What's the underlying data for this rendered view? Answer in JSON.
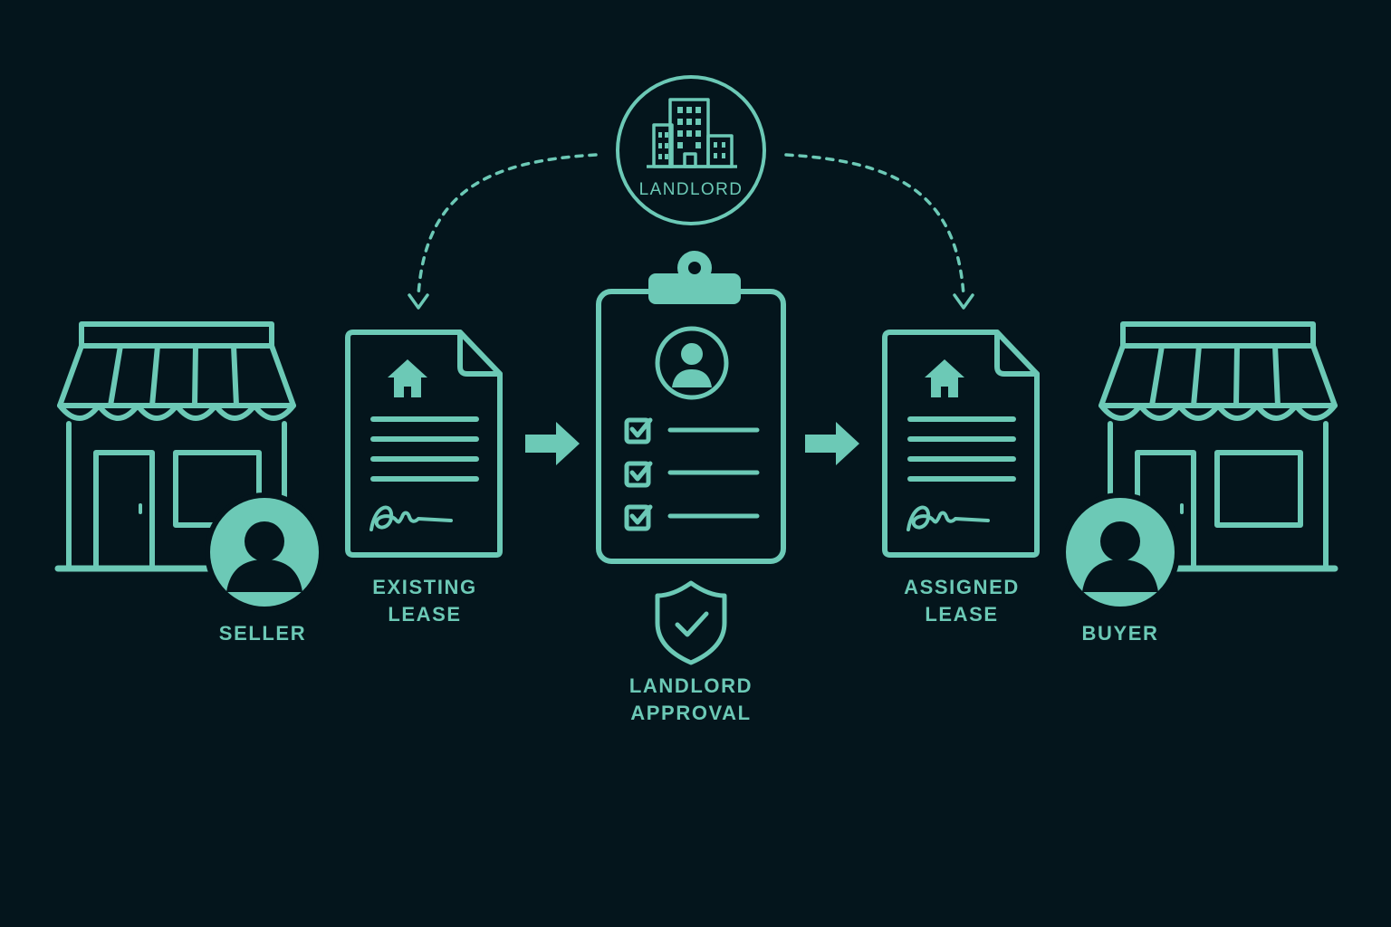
{
  "colors": {
    "background": "#04151c",
    "accent": "#6cc9b6"
  },
  "nodes": {
    "landlord": {
      "label": "LANDLORD",
      "icon": "office-buildings-icon"
    },
    "seller": {
      "label": "SELLER",
      "icon": "storefront-icon",
      "badge_icon": "person-avatar-icon"
    },
    "existing_lease": {
      "label_line1": "EXISTING",
      "label_line2": "LEASE",
      "icon": "lease-document-icon"
    },
    "approval": {
      "label_line1": "LANDLORD",
      "label_line2": "APPROVAL",
      "icon": "clipboard-checklist-icon",
      "badge_icon": "shield-check-icon"
    },
    "assigned_lease": {
      "label_line1": "ASSIGNED",
      "label_line2": "LEASE",
      "icon": "lease-document-icon"
    },
    "buyer": {
      "label": "BUYER",
      "icon": "storefront-icon",
      "badge_icon": "person-avatar-icon"
    }
  },
  "edges": [
    {
      "from": "landlord",
      "to": "existing_lease",
      "style": "dotted",
      "icon": "dotted-arrow-icon"
    },
    {
      "from": "landlord",
      "to": "assigned_lease",
      "style": "dotted",
      "icon": "dotted-arrow-icon"
    },
    {
      "from": "existing_lease",
      "to": "approval",
      "style": "solid",
      "icon": "right-arrow-icon"
    },
    {
      "from": "approval",
      "to": "assigned_lease",
      "style": "solid",
      "icon": "right-arrow-icon"
    }
  ]
}
